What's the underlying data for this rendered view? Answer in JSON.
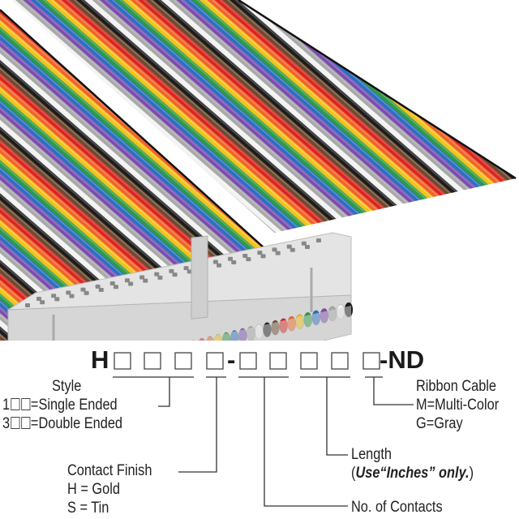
{
  "product_image": {
    "wire_colors": [
      "#6b4a2f",
      "#d9241f",
      "#f0642a",
      "#f2c21a",
      "#2f9a46",
      "#2a6fc0",
      "#7a4bb0",
      "#a9a9a9",
      "#f2f2f2",
      "#1c1c1c"
    ],
    "connector_color": "#d9d9d9"
  },
  "part_number": {
    "prefix": "H",
    "separator": "-",
    "suffix": "-ND"
  },
  "legend": {
    "style": {
      "title": "Style",
      "option1_code": "1",
      "option1_text": "=Single Ended",
      "option2_code": "3",
      "option2_text": "=Double Ended"
    },
    "contact_finish": {
      "title": "Contact Finish",
      "option1": "H = Gold",
      "option2": "S = Tin"
    },
    "contacts": {
      "title": "No. of Contacts"
    },
    "length": {
      "title": "Length",
      "note_open": "(",
      "note_bold": "Use“Inches” only.",
      "note_close": ")"
    },
    "ribbon_cable": {
      "title": "Ribbon Cable",
      "option1": "M=Multi-Color",
      "option2": "G=Gray"
    }
  }
}
